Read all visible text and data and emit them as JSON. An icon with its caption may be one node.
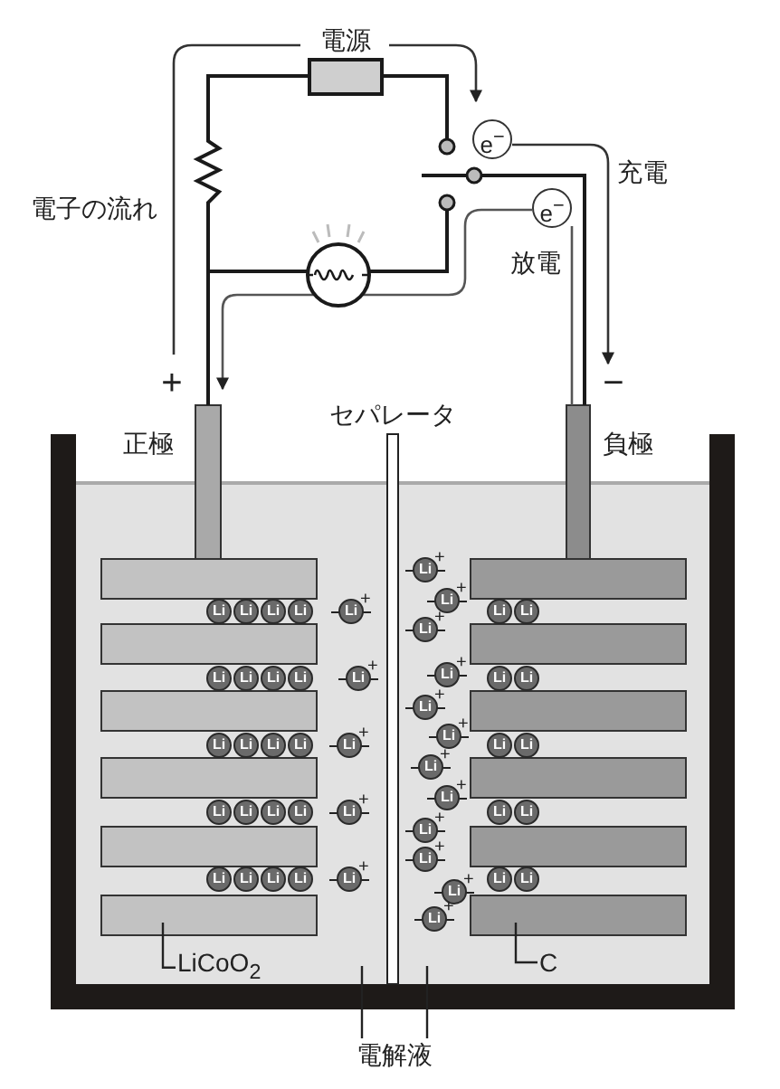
{
  "diagram": {
    "nodes": [
      {
        "text": [
          "電源"
        ]
      },
      {
        "text": [
          "e$^{−}$"
        ]
      },
      {
        "text": [
          "e$^{−}$"
        ]
      },
      {
        "text": [
          "Li"
        ]
      },
      {
        "text": [
          "Li"
        ]
      },
      {
        "text": [
          "Li"
        ]
      },
      {
        "text": [
          "Li"
        ]
      },
      {
        "text": [
          "Li"
        ]
      },
      {
        "text": [
          "Li"
        ]
      },
      {
        "text": [
          "Li"
        ]
      },
      {
        "text": [
          "Li"
        ]
      },
      {
        "text": [
          "Li"
        ]
      },
      {
        "text": [
          "Li"
        ]
      },
      {
        "text": [
          "Li"
        ]
      },
      {
        "text": [
          "Li"
        ]
      },
      {
        "text": [
          "Li"
        ]
      },
      {
        "text": [
          "Li"
        ]
      },
      {
        "text": [
          "Li"
        ]
      },
      {
        "text": [
          "Li"
        ]
      },
      {
        "text": [
          "Li"
        ]
      },
      {
        "text": [
          "Li"
        ]
      },
      {
        "text": [
          "Li"
        ]
      },
      {
        "text": [
          "Li"
        ]
      },
      {
        "text": [
          "Li"
        ],
        "beside": [
          "+"
        ]
      },
      {
        "text": [
          "Li"
        ],
        "beside": [
          "+"
        ]
      },
      {
        "text": [
          "Li"
        ],
        "beside": [
          "+"
        ]
      },
      {
        "text": [
          "Li"
        ],
        "beside": [
          "+"
        ]
      },
      {
        "text": [
          "Li"
        ],
        "beside": [
          "+"
        ]
      },
      {
        "text": [
          "Li"
        ]
      },
      {
        "text": [
          "Li"
        ]
      },
      {
        "text": [
          "Li"
        ]
      },
      {
        "text": [
          "Li"
        ]
      },
      {
        "text": [
          "Li"
        ]
      },
      {
        "text": [
          "Li"
        ]
      },
      {
        "text": [
          "Li"
        ]
      },
      {
        "text": [
          "Li"
        ]
      },
      {
        "text": [
          "Li"
        ]
      },
      {
        "text": [
          "Li"
        ]
      },
      {
        "text": [
          "Li"
        ],
        "beside": [
          "+"
        ]
      },
      {
        "text": [
          "Li"
        ],
        "beside": [
          "+"
        ]
      },
      {
        "text": [
          "Li"
        ],
        "beside": [
          "+"
        ]
      },
      {
        "text": [
          "Li"
        ],
        "beside": [
          "+"
        ]
      },
      {
        "text": [
          "Li"
        ],
        "beside": [
          "+"
        ]
      },
      {
        "text": [
          "Li"
        ],
        "beside": [
          "+"
        ]
      },
      {
        "text": [
          "Li"
        ],
        "beside": [
          "+"
        ]
      },
      {
        "text": [
          "Li"
        ],
        "beside": [
          "+"
        ]
      },
      {
        "text": [
          "Li"
        ],
        "beside": [
          "+"
        ]
      },
      {
        "text": [
          "Li"
        ],
        "beside": [
          "+"
        ]
      },
      {
        "text": [
          "Li"
        ],
        "beside": [
          "+"
        ]
      },
      {
        "text": [
          "Li"
        ],
        "beside": [
          "+"
        ]
      },
      {
        "text": [
          "LiCoO$_{2}$"
        ]
      },
      {
        "text": [
          "C"
        ]
      },
      {
        "text": [
          "電解液"
        ]
      }
    ],
    "edges": [
      {
        "from": 50,
        "to": null,
        "arrow": "none"
      },
      {
        "from": 51,
        "to": null,
        "arrow": "none"
      },
      {
        "from": 52,
        "to": null,
        "arrow": "none"
      },
      {
        "from": 52,
        "to": null,
        "arrow": "none"
      }
    ],
    "labels": [
      "充電",
      "電子の流れ",
      "放電",
      "+",
      "−",
      "セパレータ",
      "正極",
      "負極"
    ]
  }
}
